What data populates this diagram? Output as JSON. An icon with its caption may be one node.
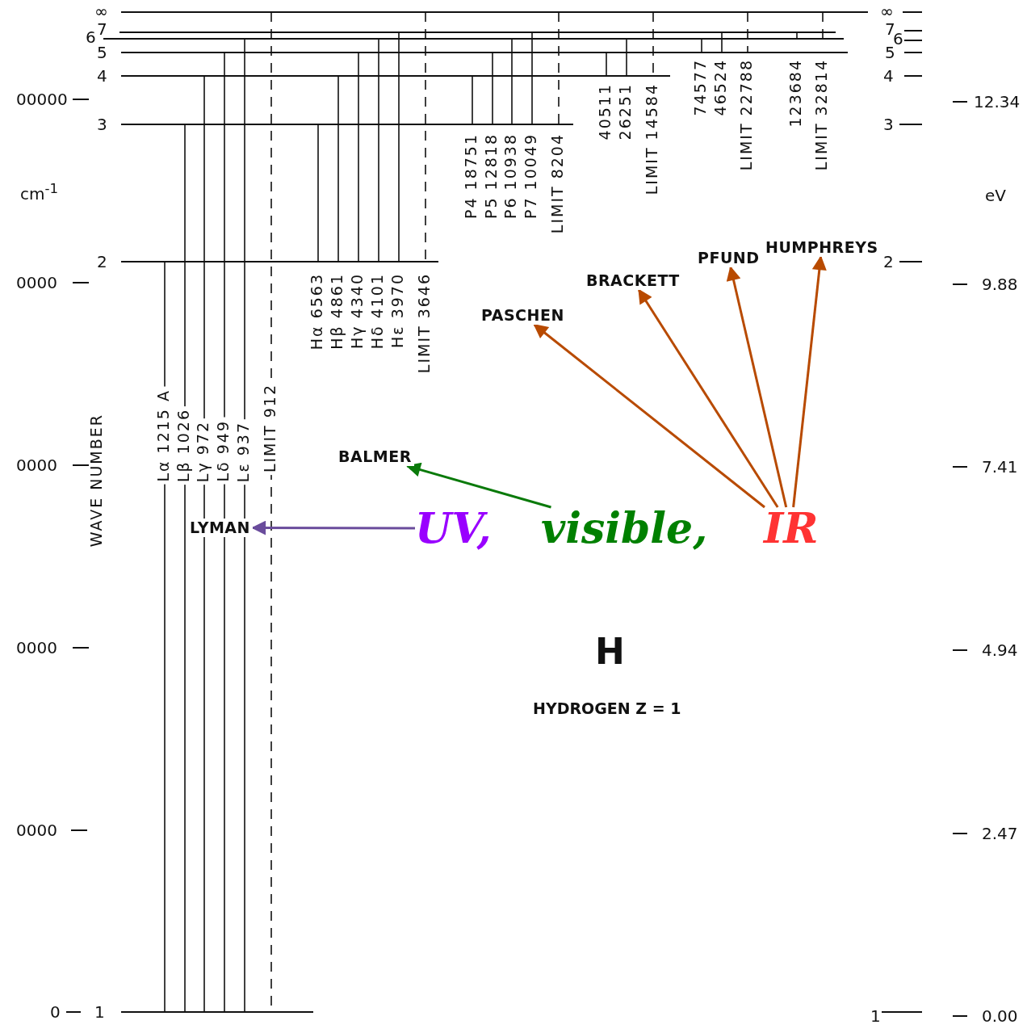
{
  "diagram": {
    "nodes": [
      {
        "text": [
          "LYMAN"
        ]
      },
      {
        "text": [
          "BALMER"
        ]
      },
      {
        "text": [
          "PASCHEN"
        ]
      },
      {
        "text": [
          "BRACKETT"
        ]
      },
      {
        "text": [
          "PFUND"
        ]
      },
      {
        "text": [
          "HUMPHREYS"
        ]
      },
      {
        "text": [
          "UV,"
        ]
      },
      {
        "text": [
          "visible,"
        ]
      },
      {
        "text": [
          "IR"
        ]
      }
    ],
    "edges": [
      {
        "from": 6,
        "to": 0,
        "arrow": "to",
        "color": "#6a4c9c"
      },
      {
        "from": 7,
        "to": 1,
        "arrow": "to",
        "color": "#0a7a0a"
      },
      {
        "from": 8,
        "to": 2,
        "arrow": "to"
      },
      {
        "from": 8,
        "to": 3,
        "arrow": "to"
      },
      {
        "from": 8,
        "to": 4,
        "arrow": "to"
      },
      {
        "from": 8,
        "to": 5,
        "arrow": "to"
      }
    ],
    "labels": [
      "∞",
      "7",
      "6",
      "5",
      "4",
      "00000",
      "3",
      "cm$^{-1}$",
      "2",
      "0000",
      "WAVE NUMBER",
      "0000",
      "0000",
      "0000",
      "0",
      "1",
      "∞",
      "7",
      "6",
      "5",
      "4",
      "12.34",
      "3",
      "eV",
      "2",
      "9.88",
      "7.41",
      "4.94",
      "2.47",
      "1",
      "0.00",
      "Lα 1215 A",
      "Lβ 1026",
      "Lγ 972",
      "Lδ 949",
      "Lε 937",
      "LIMIT 912",
      "Hα 6563",
      "Hβ 4861",
      "Hγ 4340",
      "Hδ 4101",
      "Hε 3970",
      "LIMIT 3646",
      "P4 18751",
      "P5 12818",
      "P6 10938",
      "P7 10049",
      "LIMIT 8204",
      "40511",
      "26251",
      "LIMIT 14584",
      "74577",
      "46524",
      "LIMIT 22788",
      "123684",
      "LIMIT 32814",
      "H",
      "HYDROGEN Z = 1"
    ]
  }
}
